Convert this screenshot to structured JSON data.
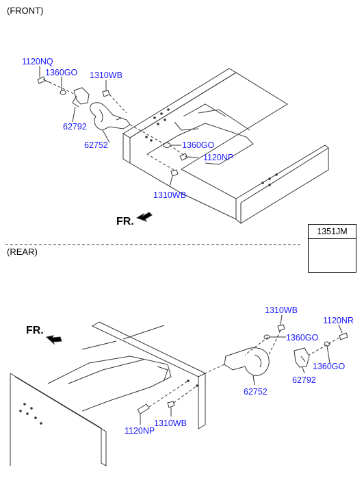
{
  "sections": {
    "front_label": "(FRONT)",
    "rear_label": "(REAR)"
  },
  "front_parts": {
    "p1120nq": "1120NQ",
    "p1360go_a": "1360GO",
    "p1310wb_a": "1310WB",
    "p62792": "62792",
    "p62752": "62752",
    "p1360go_b": "1360GO",
    "p1120np": "1120NP",
    "p1310wb_b": "1310WB"
  },
  "rear_parts": {
    "p1310wb_a": "1310WB",
    "p1120nr": "1120NR",
    "p1360go_a": "1360GO",
    "p1360go_b": "1360GO",
    "p62792": "62792",
    "p62752": "62752",
    "p1310wb_b": "1310WB",
    "p1120np": "1120NP"
  },
  "direction": {
    "front_fr": "FR.",
    "rear_fr": "FR."
  },
  "reference_box": {
    "title": "1351JM"
  },
  "colors": {
    "label": "#1a1aff",
    "line": "#333333"
  }
}
